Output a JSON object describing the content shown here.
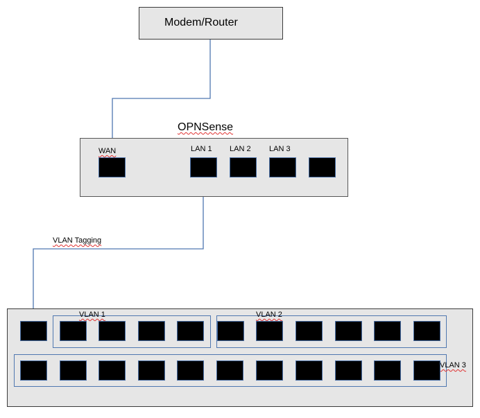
{
  "modem": {
    "label": "Modem/Router"
  },
  "firewall": {
    "title": "OPNSense",
    "ports": [
      {
        "id": "wan",
        "label": "WAN"
      },
      {
        "id": "lan1",
        "label": "LAN 1"
      },
      {
        "id": "lan2",
        "label": "LAN 2"
      },
      {
        "id": "lan3",
        "label": "LAN 3"
      },
      {
        "id": "lan4",
        "label": ""
      }
    ]
  },
  "link_label": "VLAN Tagging",
  "switch": {
    "uplink_port": "uplink",
    "vlans": [
      {
        "name": "VLAN 1",
        "ports": 4
      },
      {
        "name": "VLAN 2",
        "ports": 6
      },
      {
        "name": "VLAN 3",
        "ports": 11
      }
    ]
  },
  "colors": {
    "wire": "#4f77b0",
    "device_fill": "#e6e6e6",
    "port_fill": "#000000",
    "spellcheck": "#e03030"
  }
}
